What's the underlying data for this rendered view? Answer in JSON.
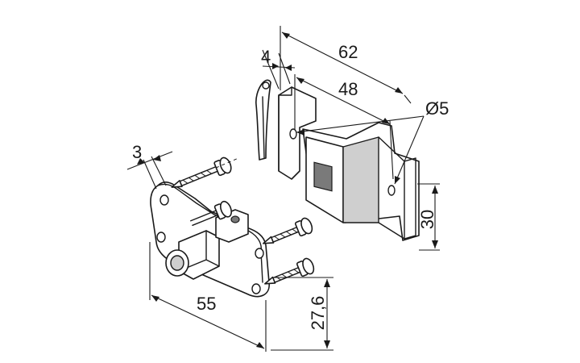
{
  "dimensions": {
    "overall_width": "62",
    "plate_thickness": "4",
    "hole_spacing": "48",
    "hole_diameter": "Ø5",
    "bracket_height": "30",
    "plate_thickness_small": "3",
    "base_length": "55",
    "base_offset": "27,6"
  }
}
